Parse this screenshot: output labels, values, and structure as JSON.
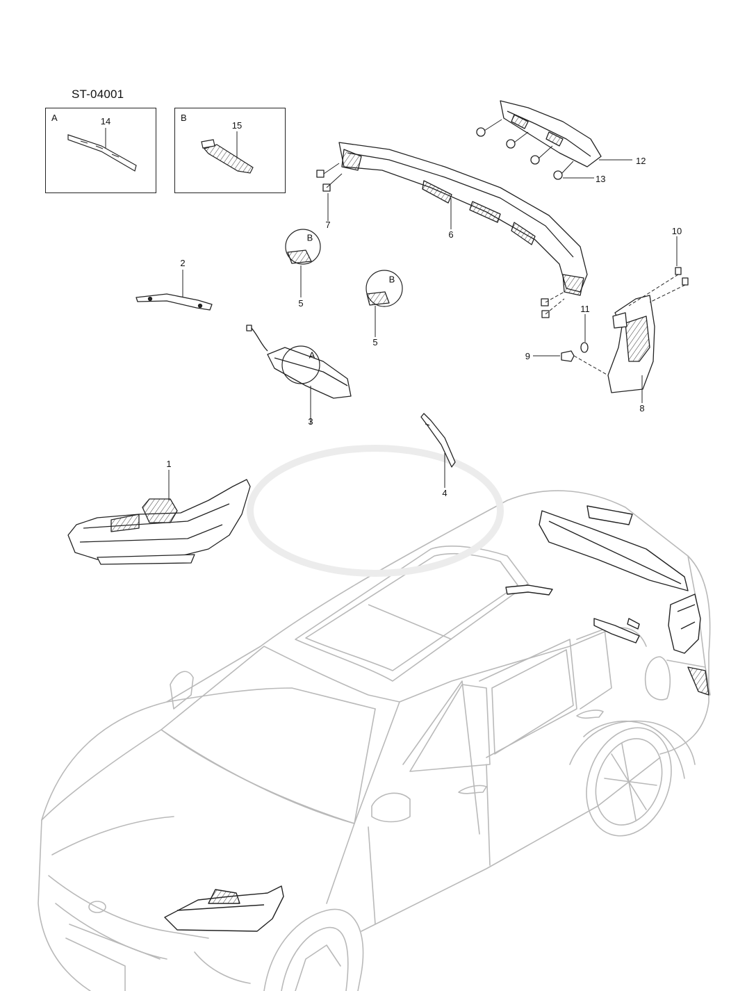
{
  "diagram_code": "ST-04001",
  "detail_views": [
    {
      "letter": "A",
      "part_number": "14"
    },
    {
      "letter": "B",
      "part_number": "15"
    }
  ],
  "callouts": [
    "1",
    "2",
    "3",
    "4",
    "5",
    "5",
    "6",
    "7",
    "8",
    "9",
    "10",
    "11",
    "12",
    "13"
  ],
  "zoom_refs": [
    "A",
    "B",
    "B"
  ]
}
